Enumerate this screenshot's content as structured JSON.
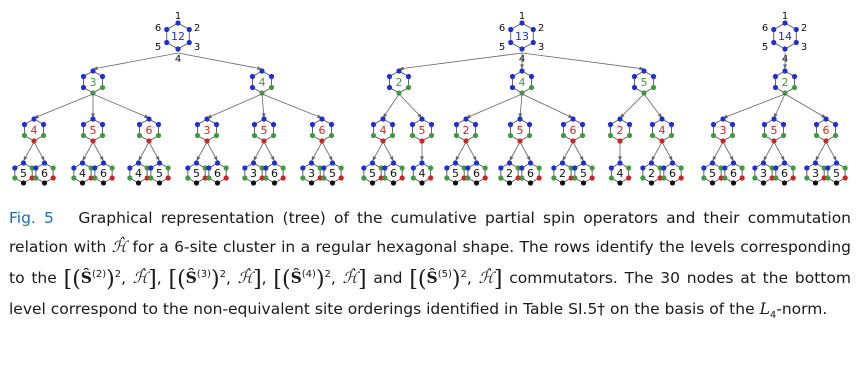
{
  "site_labels": [
    "1",
    "2",
    "3",
    "4",
    "5",
    "6"
  ],
  "trees": [
    {
      "root": "12",
      "level2": [
        {
          "label": "3",
          "color": "green",
          "children": [
            {
              "label": "4",
              "color": "red",
              "leaves": [
                "5",
                "6"
              ]
            },
            {
              "label": "5",
              "color": "red",
              "leaves": [
                "4",
                "6"
              ]
            },
            {
              "label": "6",
              "color": "red",
              "leaves": [
                "4",
                "5"
              ]
            }
          ]
        },
        {
          "label": "4",
          "color": "green",
          "children": [
            {
              "label": "3",
              "color": "red",
              "leaves": [
                "5",
                "6"
              ]
            },
            {
              "label": "5",
              "color": "red",
              "leaves": [
                "3",
                "6"
              ]
            },
            {
              "label": "6",
              "color": "red",
              "leaves": [
                "3",
                "5"
              ]
            }
          ]
        }
      ]
    },
    {
      "root": "13",
      "level2": [
        {
          "label": "2",
          "color": "green",
          "children": [
            {
              "label": "4",
              "color": "red",
              "leaves": [
                "5",
                "6"
              ]
            },
            {
              "label": "5",
              "color": "red",
              "leaves": [
                "4"
              ]
            }
          ]
        },
        {
          "label": "4",
          "color": "green",
          "children": [
            {
              "label": "2",
              "color": "red",
              "leaves": [
                "5",
                "6"
              ]
            },
            {
              "label": "5",
              "color": "red",
              "leaves": [
                "2",
                "6"
              ]
            },
            {
              "label": "6",
              "color": "red",
              "leaves": [
                "2",
                "5"
              ]
            }
          ]
        },
        {
          "label": "5",
          "color": "green",
          "children": [
            {
              "label": "2",
              "color": "red",
              "leaves": [
                "4"
              ]
            },
            {
              "label": "4",
              "color": "red",
              "leaves": [
                "2",
                "6"
              ]
            }
          ]
        }
      ]
    },
    {
      "root": "14",
      "level2": [
        {
          "label": "2",
          "color": "green",
          "children": [
            {
              "label": "3",
              "color": "red",
              "leaves": [
                "5",
                "6"
              ]
            },
            {
              "label": "5",
              "color": "red",
              "leaves": [
                "3",
                "6"
              ]
            },
            {
              "label": "6",
              "color": "red",
              "leaves": [
                "3",
                "5"
              ]
            }
          ]
        }
      ]
    }
  ],
  "caption": {
    "label": "Fig. 5",
    "t1": "Graphical representation (tree) of the cumulative partial spin operators and their commutation relation with",
    "t2": "for a 6-site cluster in a regular hexagonal shape. The rows identify the levels corresponding to the",
    "t3": "and",
    "t4": "commutators. The 30 nodes at the bottom level correspond to the non-equivalent site orderings identified in Table SI.5† on the basis of the",
    "t5": "-norm.",
    "hamiltonian": "ℋ̂",
    "spin_symbol": "Ŝ",
    "levels": [
      "(2)",
      "(3)",
      "(4)",
      "(5)"
    ],
    "norm": "L",
    "norm_sub": "4"
  }
}
